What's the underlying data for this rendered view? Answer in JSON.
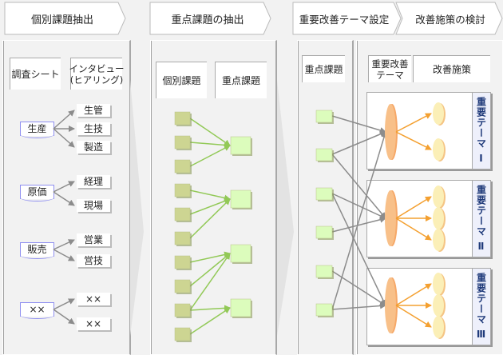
{
  "steps": [
    "個別課題抽出",
    "重点課題の抽出",
    "重要改善テーマ設定",
    "改善施策の検討"
  ],
  "panel1": {
    "headers": [
      "調査シート",
      "インタビュー\n(ヒアリング)"
    ],
    "groups": [
      {
        "sheet": "生産",
        "items": [
          "生管",
          "生技",
          "製造"
        ]
      },
      {
        "sheet": "原価",
        "items": [
          "経理",
          "現場"
        ]
      },
      {
        "sheet": "販売",
        "items": [
          "営業",
          "営技"
        ]
      },
      {
        "sheet": "××",
        "items": [
          "××",
          "××"
        ]
      }
    ]
  },
  "panel2": {
    "headers": [
      "個別課題",
      "重点課題"
    ],
    "individual_count": 10,
    "key_count": 4,
    "links": [
      [
        0,
        0
      ],
      [
        1,
        0
      ],
      [
        2,
        0
      ],
      [
        3,
        1
      ],
      [
        4,
        1
      ],
      [
        5,
        1
      ],
      [
        6,
        2
      ],
      [
        7,
        2
      ],
      [
        8,
        2
      ],
      [
        8,
        3
      ],
      [
        9,
        3
      ]
    ]
  },
  "panel3": {
    "header": "重点課題",
    "count": 6,
    "links": [
      [
        0,
        0
      ],
      [
        1,
        0
      ],
      [
        1,
        1
      ],
      [
        2,
        1
      ],
      [
        2,
        2
      ],
      [
        3,
        1
      ],
      [
        4,
        2
      ],
      [
        5,
        2
      ],
      [
        5,
        0
      ]
    ]
  },
  "panel4": {
    "headers": [
      "重要改善\nテーマ",
      "改善施策"
    ],
    "themes": [
      {
        "label": "重要テーマ Ⅰ",
        "measures": 2
      },
      {
        "label": "重要テーマ Ⅱ",
        "measures": 3
      },
      {
        "label": "重要テーマ Ⅲ",
        "measures": 3
      }
    ]
  },
  "colors": {
    "green_dark": "#cdd592",
    "green_light": "#dcfcbc",
    "green_line": "#92c957",
    "orange": "#f8c089",
    "orange_line": "#f4a030",
    "yellow": "#fbefb7",
    "gray_line": "#8c8c8c",
    "theme_text": "#1f3a7a"
  }
}
